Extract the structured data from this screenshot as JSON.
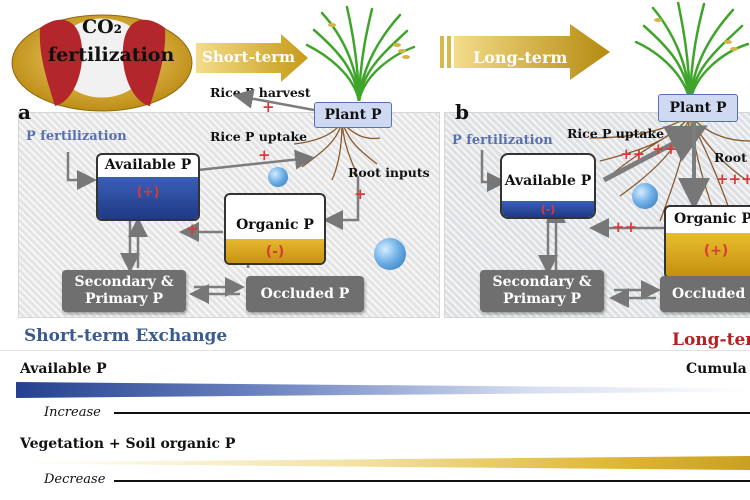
{
  "top": {
    "co2_label": "CO₂",
    "fert_label": "fertilization",
    "short_term": "Short-term",
    "long_term": "Long-term"
  },
  "panel_a": {
    "letter": "a",
    "rice_p_harvest": "Rice P harvest",
    "plant_p": "Plant P",
    "p_fertilization": "P fertilization",
    "rice_p_uptake": "Rice P uptake",
    "root_inputs": "Root inputs",
    "available_p": "Available P",
    "available_sign": "(+)",
    "organic_p": "Organic P",
    "organic_sign": "(-)",
    "secondary_primary_line1": "Secondary &",
    "secondary_primary_line2": "Primary P",
    "occluded_p": "Occluded P",
    "plus_marks": [
      "+",
      "+",
      "+",
      "+"
    ]
  },
  "panel_b": {
    "letter": "b",
    "plant_p": "Plant P",
    "p_fertilization": "P fertilization",
    "rice_p_uptake": "Rice P uptake",
    "root": "Root",
    "available_p": "Available P",
    "available_sign": "(-)",
    "organic_p": "Organic P",
    "organic_sign": "(+)",
    "secondary_primary_line1": "Secondary &",
    "secondary_primary_line2": "Primary P",
    "occluded_p": "Occluded",
    "plus_marks": [
      "++",
      "++",
      "++",
      "+++"
    ]
  },
  "bottom": {
    "short_term_exchange": "Short-term Exchange",
    "long_term": "Long-term",
    "available_p": "Available P",
    "cumulative": "Cumula",
    "increase": "Increase",
    "vegetation": "Vegetation + Soil organic P",
    "decrease": "Decrease"
  },
  "colors": {
    "arrow_gold": "#c9a227",
    "available_blue": "#2f4e9e",
    "organic_gold": "#d4a017",
    "short_exchange_text": "#3b5a8c",
    "long_term_text": "#b22222"
  }
}
